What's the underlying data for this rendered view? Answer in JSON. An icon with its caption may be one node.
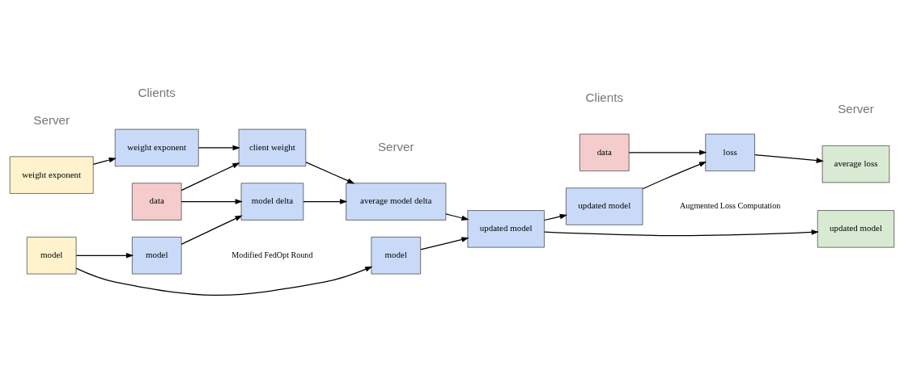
{
  "diagram": {
    "nodes": [
      {
        "text": [
          "weight exponent"
        ]
      },
      {
        "text": [
          "model"
        ]
      },
      {
        "text": [
          "weight exponent"
        ]
      },
      {
        "text": [
          "data"
        ]
      },
      {
        "text": [
          "model"
        ]
      },
      {
        "text": [
          "client weight"
        ]
      },
      {
        "text": [
          "model delta"
        ]
      },
      {
        "text": [
          "average model delta"
        ]
      },
      {
        "text": [
          "model"
        ]
      },
      {
        "text": [
          "updated model"
        ]
      },
      {
        "text": [
          "data"
        ]
      },
      {
        "text": [
          "updated model"
        ]
      },
      {
        "text": [
          "loss"
        ]
      },
      {
        "text": [
          "average loss"
        ]
      },
      {
        "text": [
          "updated model"
        ]
      }
    ],
    "edges": [
      {
        "from": 0,
        "to": 2,
        "arrow": "to"
      },
      {
        "from": 2,
        "to": 5,
        "arrow": "to"
      },
      {
        "from": 3,
        "to": 5,
        "arrow": "to"
      },
      {
        "from": 3,
        "to": 6,
        "arrow": "to"
      },
      {
        "from": 4,
        "to": 6,
        "arrow": "to"
      },
      {
        "from": 1,
        "to": 4,
        "arrow": "to"
      },
      {
        "from": 1,
        "to": 8,
        "arrow": "to"
      },
      {
        "from": 5,
        "to": 7,
        "arrow": "to"
      },
      {
        "from": 6,
        "to": 7,
        "arrow": "to"
      },
      {
        "from": 7,
        "to": 9,
        "arrow": "to"
      },
      {
        "from": 8,
        "to": 9,
        "arrow": "to"
      },
      {
        "from": 9,
        "to": 11,
        "arrow": "to"
      },
      {
        "from": 9,
        "to": 14,
        "arrow": "to"
      },
      {
        "from": 10,
        "to": 12,
        "arrow": "to"
      },
      {
        "from": 11,
        "to": 12,
        "arrow": "to"
      },
      {
        "from": 12,
        "to": 13,
        "arrow": "to"
      }
    ],
    "labels": [
      "Server",
      "Clients",
      "Server",
      "Clients",
      "Server",
      "Modified FedOpt Round",
      "Augmented Loss Computation"
    ]
  }
}
